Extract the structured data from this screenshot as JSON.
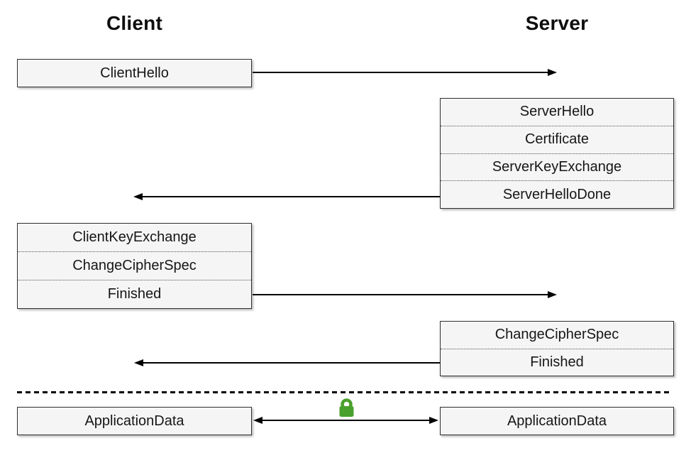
{
  "headers": {
    "client": "Client",
    "server": "Server"
  },
  "boxes": {
    "client_hello": {
      "rows": [
        "ClientHello"
      ]
    },
    "server_hello_flight": {
      "rows": [
        "ServerHello",
        "Certificate",
        "ServerKeyExchange",
        "ServerHelloDone"
      ]
    },
    "client_key_flight": {
      "rows": [
        "ClientKeyExchange",
        "ChangeCipherSpec",
        "Finished"
      ]
    },
    "server_finished_flight": {
      "rows": [
        "ChangeCipherSpec",
        "Finished"
      ]
    },
    "application_data_client": {
      "rows": [
        "ApplicationData"
      ]
    },
    "application_data_server": {
      "rows": [
        "ApplicationData"
      ]
    }
  },
  "colors": {
    "lock_green": "#4aa02c",
    "box_fill": "#f5f5f5",
    "box_border": "#2f2f2f",
    "arrow": "#000000"
  }
}
